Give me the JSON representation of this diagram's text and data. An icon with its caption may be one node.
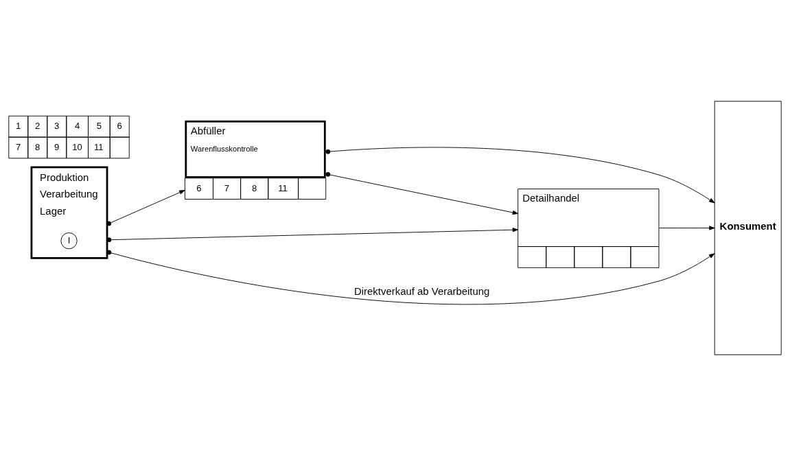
{
  "diagram": {
    "nodes": [
      {
        "text": [
          "Produktion",
          "Verarbeitung",
          "Lager"
        ],
        "beside": [
          "1",
          "2",
          "3",
          "4",
          "5",
          "6",
          "7",
          "8",
          "9",
          "10",
          "11"
        ]
      },
      {
        "text": [
          "I"
        ],
        "in": 0
      },
      {
        "text": [
          "Abfüller",
          "Warenflusskontrolle"
        ],
        "beside": [
          "6",
          "7",
          "8",
          "11"
        ]
      },
      {
        "text": [
          "Detailhandel"
        ]
      },
      {
        "text": [
          "Konsument"
        ]
      }
    ],
    "edges": [
      {
        "from": 0,
        "to": 2,
        "arrow": "to"
      },
      {
        "from": 0,
        "to": 3,
        "arrow": "to"
      },
      {
        "from": 2,
        "to": 4,
        "arrow": "to"
      },
      {
        "from": 2,
        "to": 3,
        "arrow": "to"
      },
      {
        "from": 3,
        "to": 4,
        "arrow": "to"
      },
      {
        "from": 0,
        "to": 4,
        "arrow": "to",
        "label": "Direktverkauf ab Verarbeitung"
      }
    ]
  }
}
